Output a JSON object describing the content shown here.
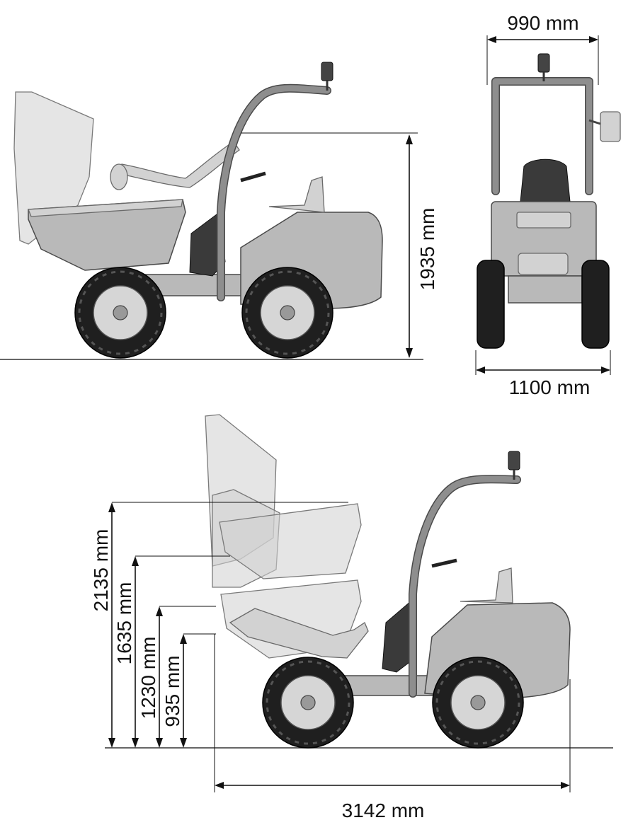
{
  "dimensions": {
    "overall_height": "1935 mm",
    "track_width_top": "990 mm",
    "overall_width": "1100 mm",
    "tip_height_max": "2135 mm",
    "tip_height_2": "1635 mm",
    "tip_height_3": "1230 mm",
    "tip_height_4": "935 mm",
    "overall_length": "3142 mm"
  }
}
